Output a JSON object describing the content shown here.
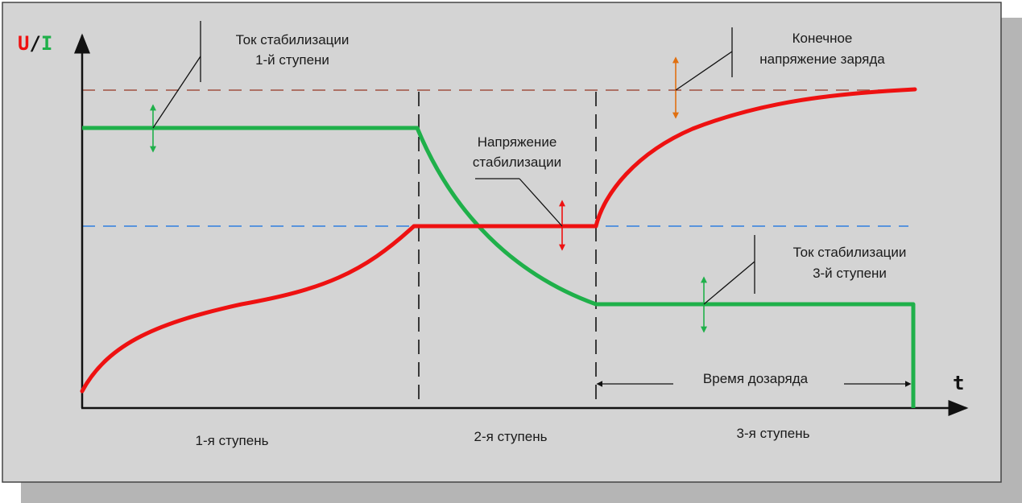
{
  "axes": {
    "y_label_u": "U",
    "y_label_sep": "/",
    "y_label_i": "I",
    "x_label": "t"
  },
  "colors": {
    "background": "#d4d4d4",
    "shadow": "#b5b5b5",
    "voltage": "#ee1111",
    "current": "#1fb04a",
    "final_voltage_line": "#a05040",
    "stab_voltage_line": "#2f7fe0",
    "final_voltage_marker": "#e07010",
    "axis": "#111111"
  },
  "annotations": {
    "stab_current_1_line1": "Ток стабилизации",
    "stab_current_1_line2": "1-й ступени",
    "final_voltage_line1": "Конечное",
    "final_voltage_line2": "напряжение заряда",
    "stab_voltage_line1": "Напряжение",
    "stab_voltage_line2": "стабилизации",
    "stab_current_3_line1": "Ток стабилизации",
    "stab_current_3_line2": "3-й ступени",
    "recharge_time": "Время дозаряда"
  },
  "stages": {
    "stage1": "1-я ступень",
    "stage2": "2-я ступень",
    "stage3": "3-я ступень"
  }
}
